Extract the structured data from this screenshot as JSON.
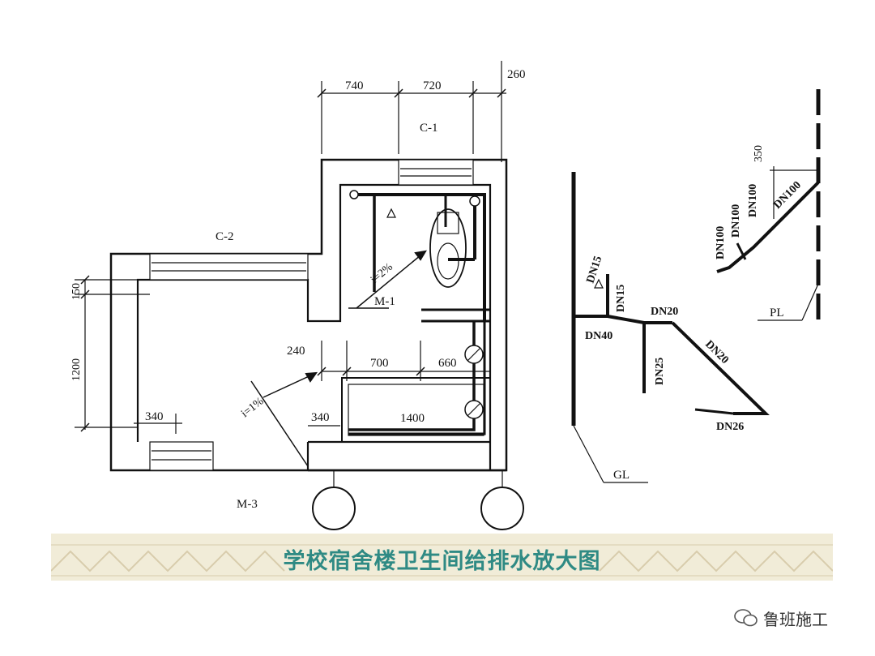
{
  "diagram": {
    "dimensions": {
      "d740": "740",
      "d720": "720",
      "d260": "260",
      "d150": "150",
      "d1200": "1200",
      "d340a": "340",
      "d240": "240",
      "d700": "700",
      "d660": "660",
      "d340b": "340",
      "d1400": "1400",
      "d350": "350"
    },
    "rooms": {
      "c1": "C-1",
      "c2": "C-2",
      "m1": "M-1",
      "m3": "M-3"
    },
    "slopes": {
      "s2": "i=2%",
      "s1": "i=1%"
    },
    "pipes": {
      "dn15a": "DN15",
      "dn15b": "DN15",
      "dn20a": "DN20",
      "dn40": "DN40",
      "dn25": "DN25",
      "dn20b": "DN20",
      "dn26": "DN26",
      "dn100a": "DN100",
      "dn100b": "DN100",
      "dn100c": "DN100"
    },
    "risers": {
      "gl": "GL",
      "pl": "PL"
    }
  },
  "banner": {
    "title": "学校宿舍楼卫生间给排水放大图",
    "bg_color": "#f1ecd8",
    "title_color": "#2f8a84"
  },
  "watermark": {
    "text": "鲁班施工"
  }
}
